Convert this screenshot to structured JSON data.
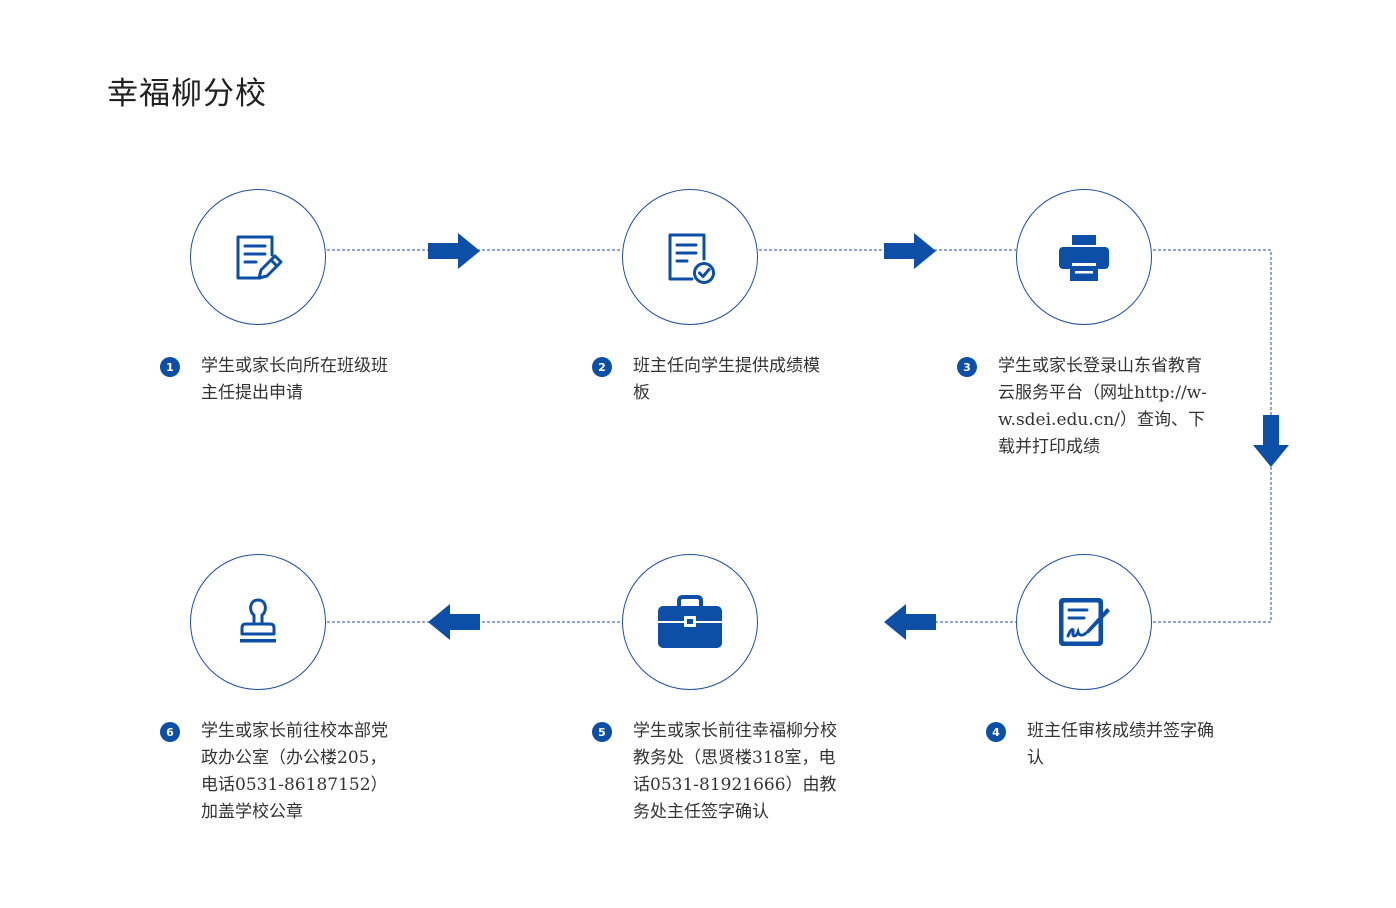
{
  "title": "幸福柳分校",
  "colors": {
    "accent": "#0d4ea6",
    "circle_border": "#1f4fa0",
    "dashed_line": "#1f4fa0",
    "text": "#333333"
  },
  "steps": [
    {
      "number": "1",
      "icon": "edit-document-icon",
      "text": "学生或家长向所在班级班主任提出申请"
    },
    {
      "number": "2",
      "icon": "document-check-icon",
      "text": "班主任向学生提供成绩模板"
    },
    {
      "number": "3",
      "icon": "printer-icon",
      "text": "学生或家长登录山东省教育云服务平台（网址http://w-w.sdei.edu.cn/）查询、下载并打印成绩"
    },
    {
      "number": "4",
      "icon": "sign-document-icon",
      "text": "班主任审核成绩并签字确认"
    },
    {
      "number": "5",
      "icon": "briefcase-icon",
      "text": "学生或家长前往幸福柳分校教务处（思贤楼318室，电话0531-81921666）由教务处主任签字确认"
    },
    {
      "number": "6",
      "icon": "stamp-icon",
      "text": "学生或家长前往校本部党政办公室（办公楼205，电话0531-86187152）加盖学校公章"
    }
  ]
}
